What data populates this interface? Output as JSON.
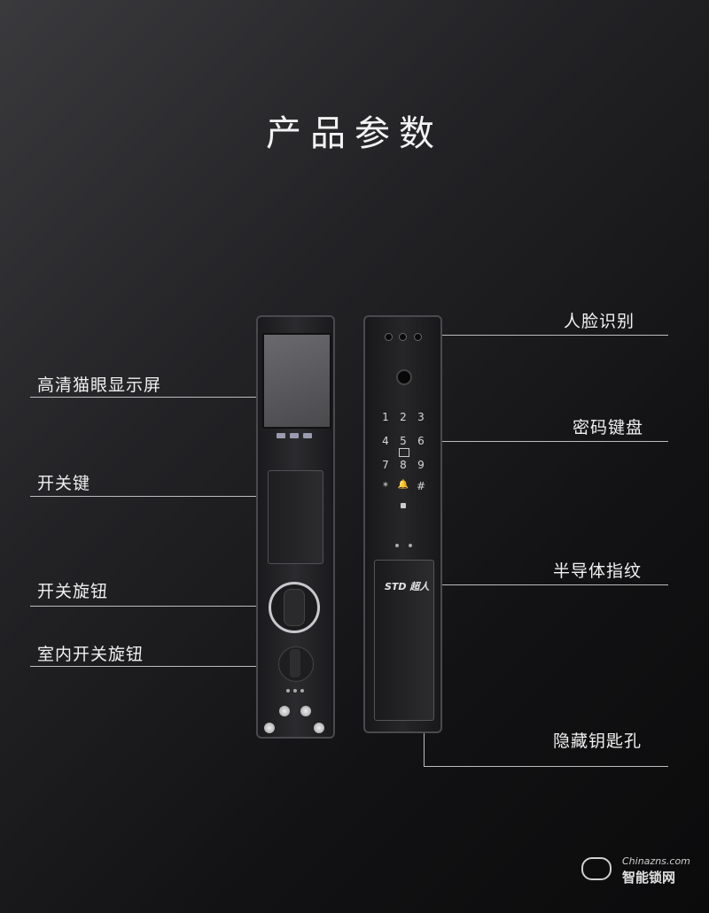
{
  "title": "产品参数",
  "labels_left": {
    "screen": "高清猫眼显示屏",
    "switch_key": "开关键",
    "switch_knob": "开关旋钮",
    "indoor_knob": "室内开关旋钮"
  },
  "labels_right": {
    "face": "人脸识别",
    "keypad": "密码键盘",
    "fingerprint": "半导体指纹",
    "keyhole": "隐藏钥匙孔"
  },
  "keypad": {
    "r1": [
      "1",
      "2",
      "3"
    ],
    "r2": [
      "4",
      "5",
      "6"
    ],
    "r3": [
      "7",
      "8",
      "9"
    ],
    "r4": [
      "*",
      "🔔",
      "#"
    ]
  },
  "brand": "STD 超人",
  "watermark": {
    "domain": "Chinazns.com",
    "name": "智能锁网"
  }
}
